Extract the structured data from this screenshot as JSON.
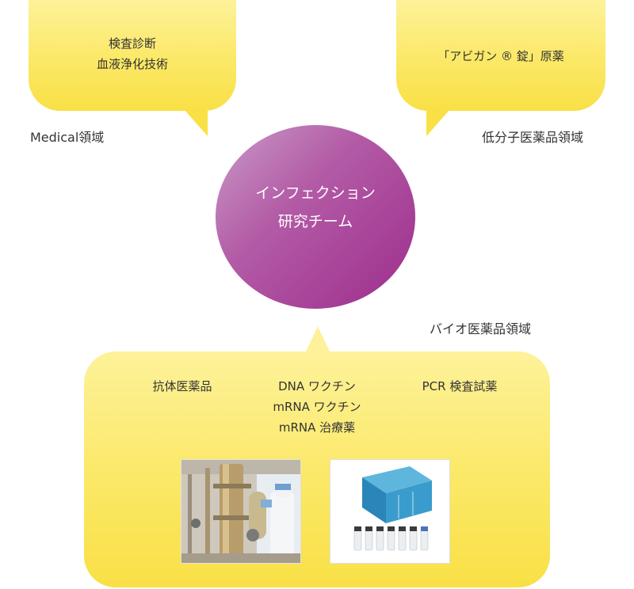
{
  "top_left_bubble": {
    "lines": [
      "検査診断",
      "血液浄化技術"
    ]
  },
  "top_right_bubble": {
    "lines": [
      "「アビガン<sup>®</sup> 錠」原薬"
    ],
    "text": "「アビガン ® 錠」原薬"
  },
  "medical_label": "Medical領域",
  "small_molecule_label": "低分子医薬品領域",
  "center": {
    "line1": "インフェクション",
    "line2": "研究チーム"
  },
  "bio_label": "バイオ医薬品領域",
  "bottom_bubble": {
    "col1": "抗体医薬品",
    "col2": [
      "DNA ワクチン",
      "mRNA ワクチン",
      "mRNA 治療薬"
    ],
    "col3": "PCR 検査試薬"
  },
  "photos": {
    "left_icon": "bioreactor-photo",
    "right_icon": "pcr-kit-photo"
  },
  "colors": {
    "bubble_top": "#fdf29a",
    "bubble_bottom": "#f9e046",
    "circle_light": "#c99bc8",
    "circle_dark": "#9d2d8c"
  }
}
